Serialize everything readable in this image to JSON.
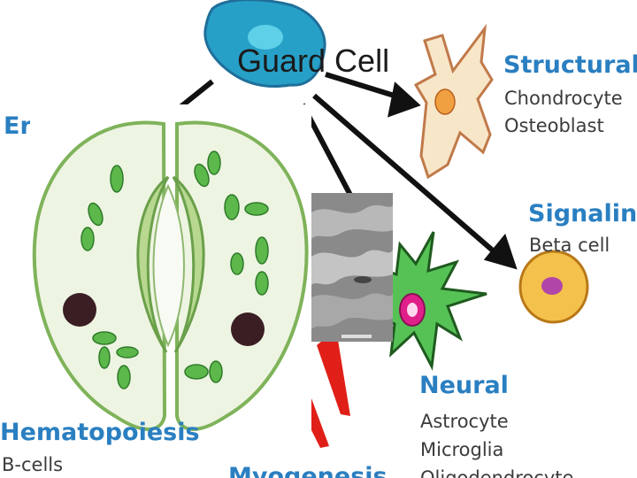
{
  "slide": {
    "title": "Guard Cell"
  },
  "labels": {
    "structural": {
      "heading": "Structural",
      "items": [
        "Chondrocyte",
        "Osteoblast"
      ]
    },
    "signaling": {
      "heading": "Signaling",
      "items": [
        "Beta cell"
      ]
    },
    "neural": {
      "heading": "Neural",
      "items": [
        "Astrocyte",
        "Microglia",
        "Oligodendrocyte"
      ]
    },
    "hematopoiesis": {
      "heading": "Hematopoiesis",
      "items": [
        "B-cells"
      ]
    },
    "erythro_partial": {
      "heading": "Ery"
    },
    "myogenesis_partial": {
      "heading": "Myogenesis"
    }
  },
  "colors": {
    "heading": "#2a7fc1",
    "guard_cell_green": "#8cc26a",
    "chloroplast": "#5cb84a",
    "nucleus": "#3a1e24"
  }
}
